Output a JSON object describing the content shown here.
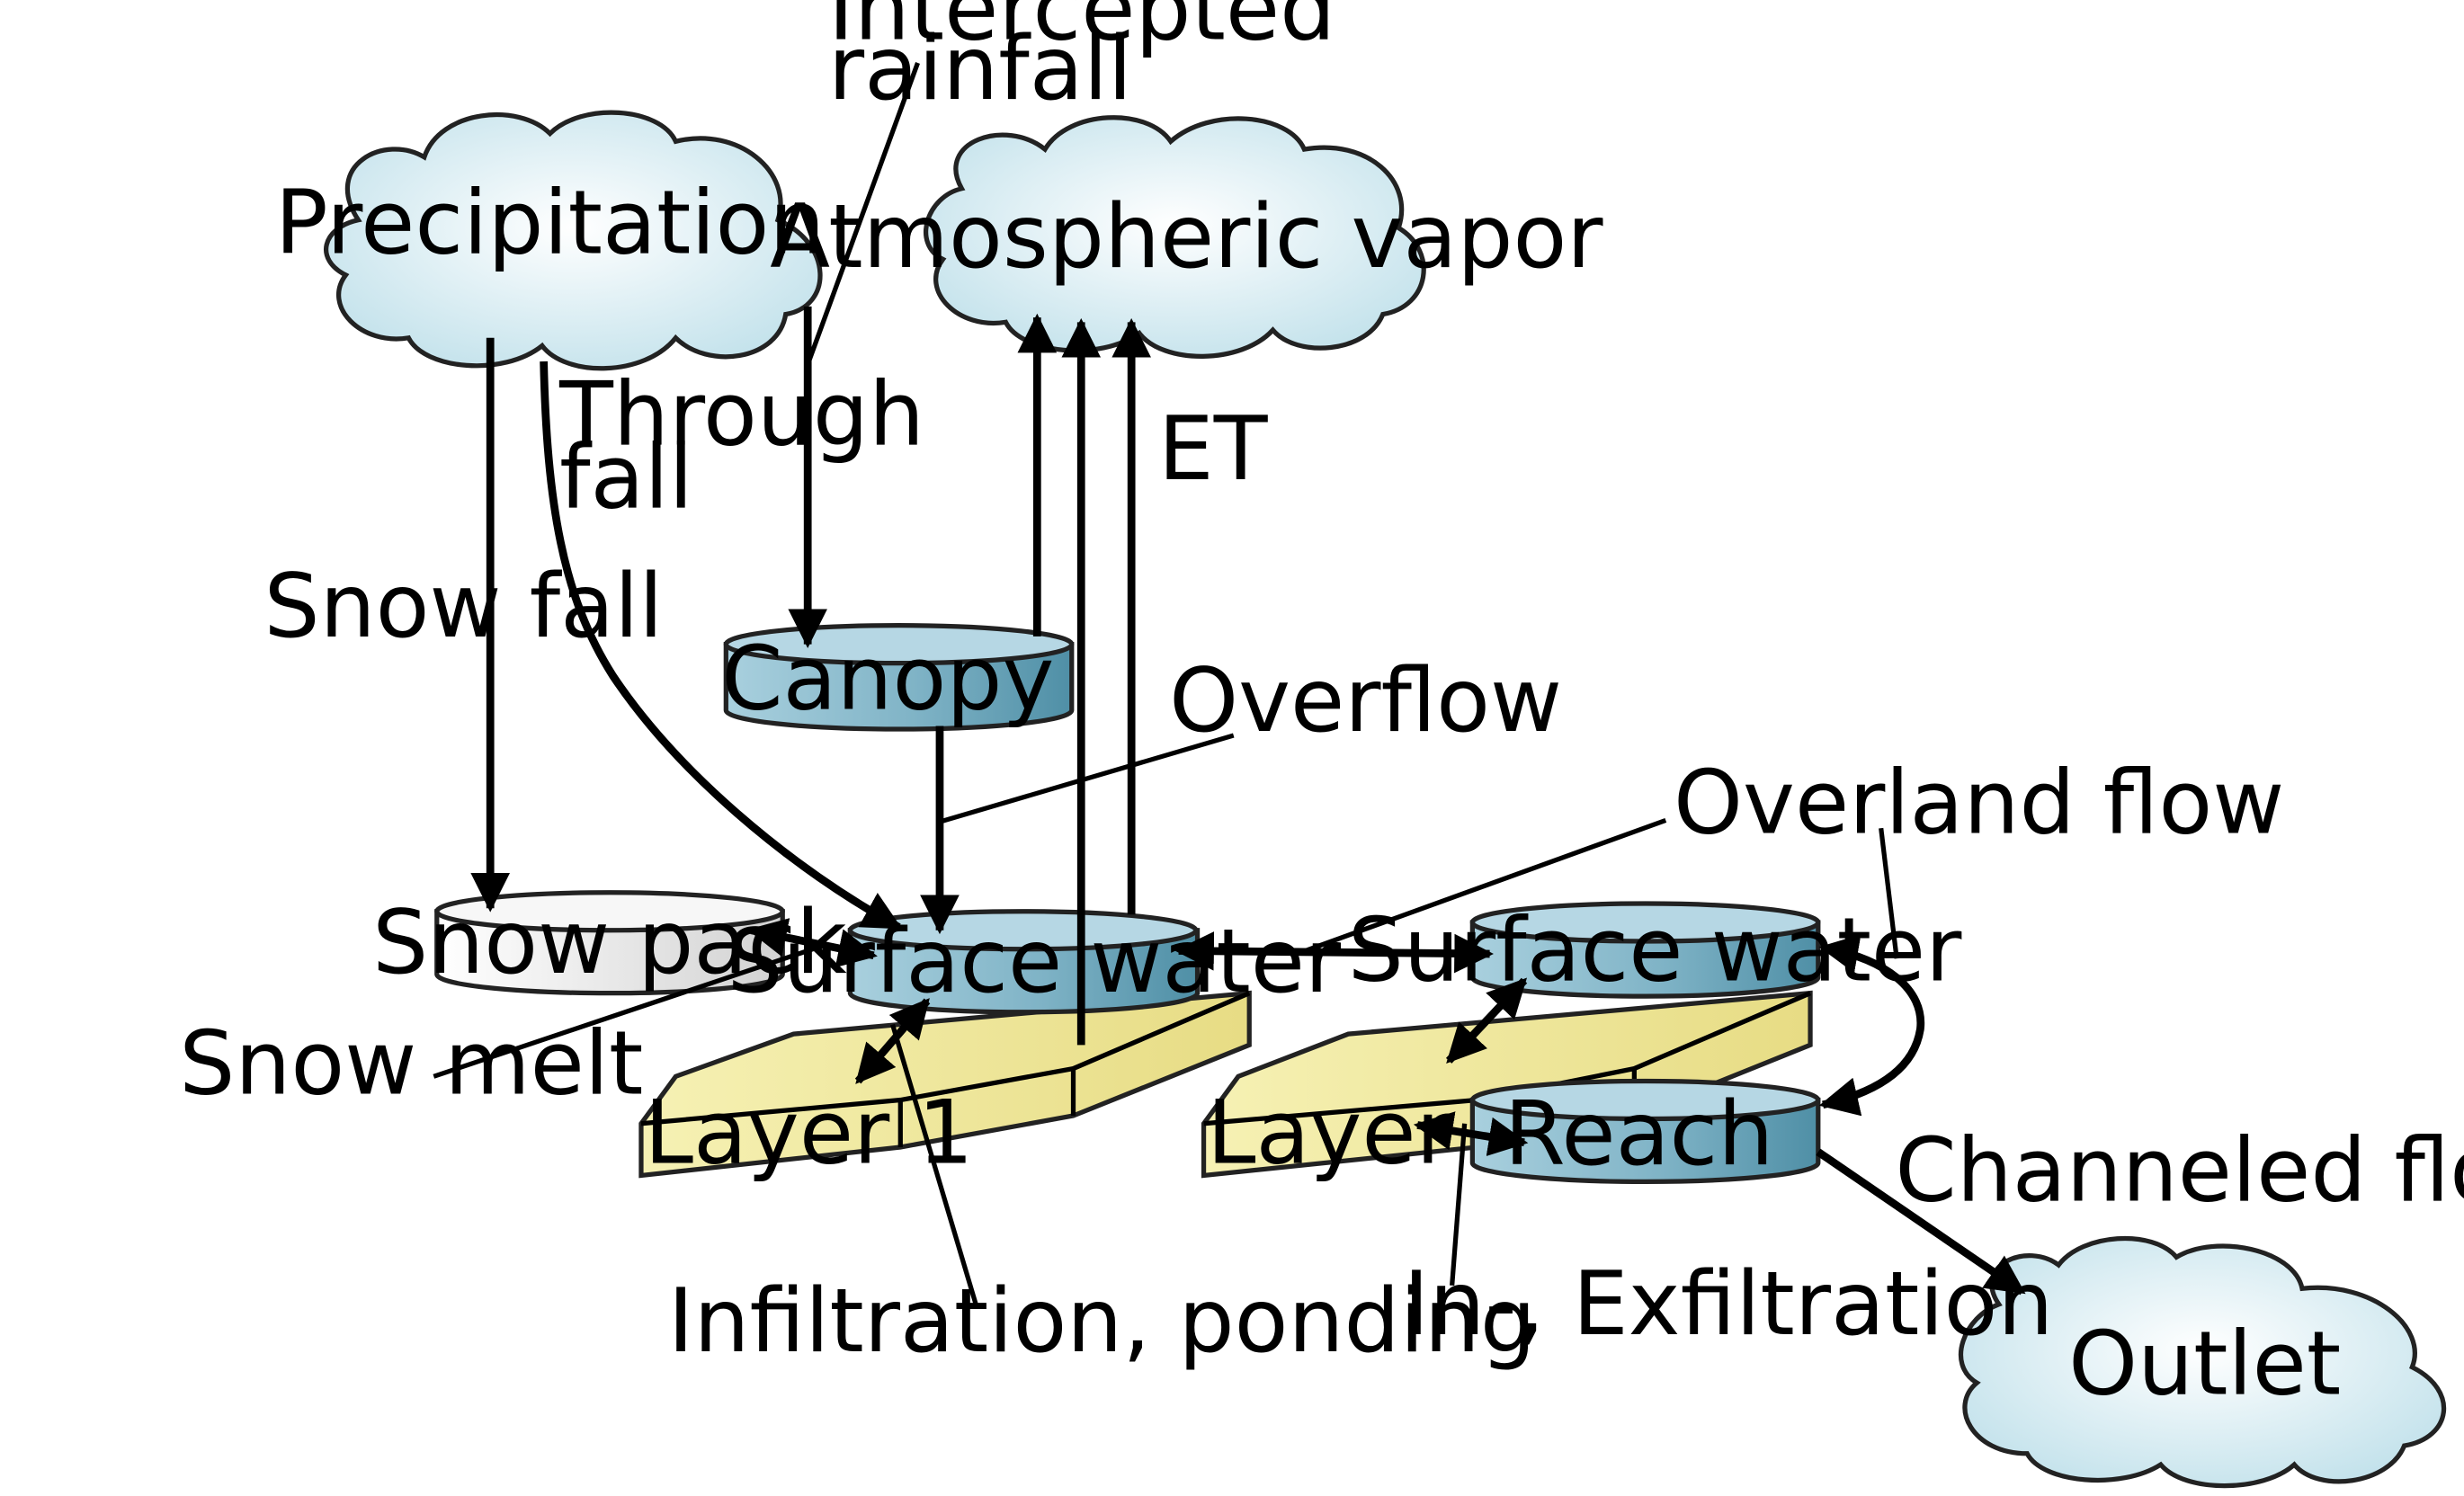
{
  "colors": {
    "cloud": "#d6ecf3",
    "reservoir": "#7fb3c6",
    "reservoir_top": "#b6d7e4",
    "snow": "#ececec",
    "soil_layer": "#f4efa6"
  },
  "icons": {
    "cloud": "cloud-shape",
    "reservoir": "cylinder-shape",
    "soil": "slab-shape",
    "flow": "arrow"
  },
  "nodes": {
    "precipitation": "Precipitation",
    "atmospheric_vapor": "Atmospheric vapor",
    "canopy": "Canopy",
    "snow_pack": "Snow pack",
    "surface_water_left": "Surface water",
    "surface_water_right": "Surface water",
    "layer1_left": "Layer 1",
    "layer1_right": "Layer 1",
    "reach": "Reach",
    "outlet": "Outlet"
  },
  "labels": {
    "intercepted_line1": "Intercepted",
    "intercepted_line2": "rainfall",
    "through_line1": "Through",
    "through_line2": "fall",
    "snow_fall": "Snow fall",
    "et": "ET",
    "overflow": "Overflow",
    "overland_flow": "Overland flow",
    "snow_melt": "Snow melt",
    "channeled_flow": "Channeled flow",
    "infiltration": "Infiltration, ponding",
    "in_exfiltration": "In-, Exfiltration"
  }
}
